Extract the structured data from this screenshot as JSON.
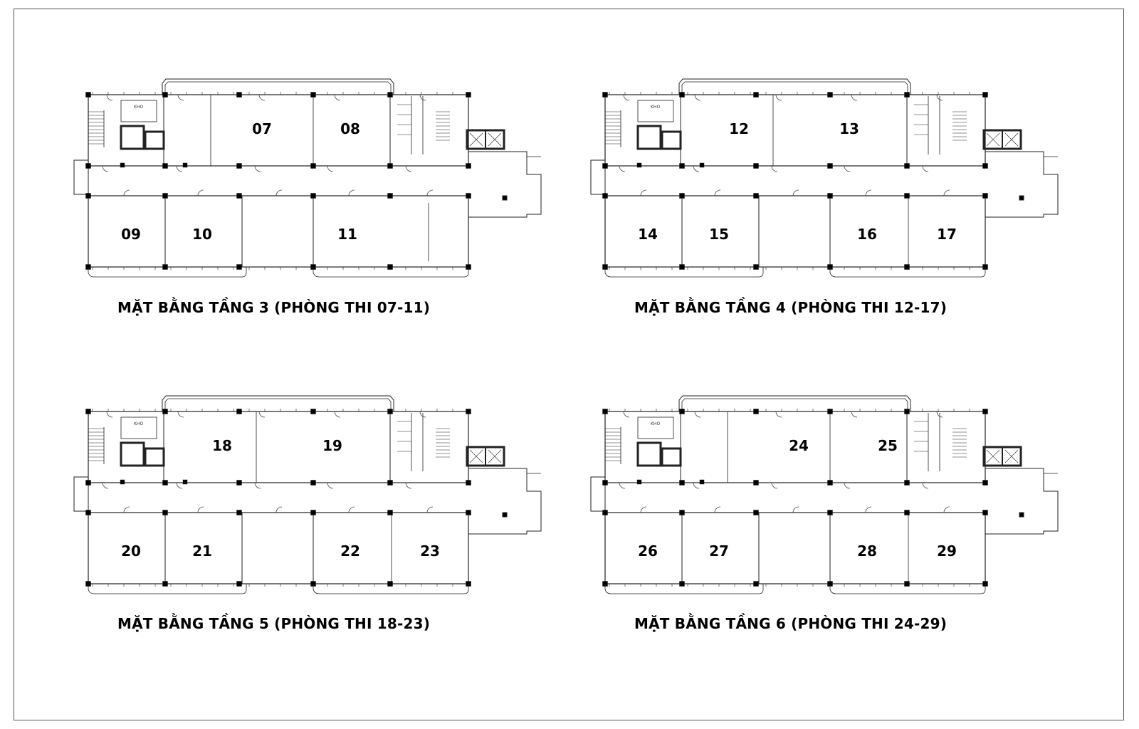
{
  "store_label": "KHO",
  "plans": [
    {
      "caption": "MẶT BẰNG TẦNG 3 (PHÒNG THI 07-11)",
      "rooms": [
        "07",
        "08",
        "09",
        "10",
        "11"
      ],
      "split": {
        "top": "3",
        "bottom": "1"
      }
    },
    {
      "caption": "MẶT BẰNG TẦNG 4 (PHÒNG THI 12-17)",
      "rooms": [
        "12",
        "13",
        "14",
        "15",
        "16",
        "17"
      ],
      "split": {
        "top": "2",
        "bottom": "2"
      }
    },
    {
      "caption": "MẶT BẰNG TẦNG 5 (PHÒNG THI 18-23)",
      "rooms": [
        "18",
        "19",
        "20",
        "21",
        "22",
        "23"
      ],
      "split": {
        "top": "2",
        "bottom": "2"
      }
    },
    {
      "caption": "MẶT BẰNG TẦNG 6 (PHÒNG THI 24-29)",
      "rooms": [
        "24",
        "25",
        "26",
        "27",
        "28",
        "29"
      ],
      "split": {
        "top": "3",
        "bottom": "2"
      }
    }
  ]
}
